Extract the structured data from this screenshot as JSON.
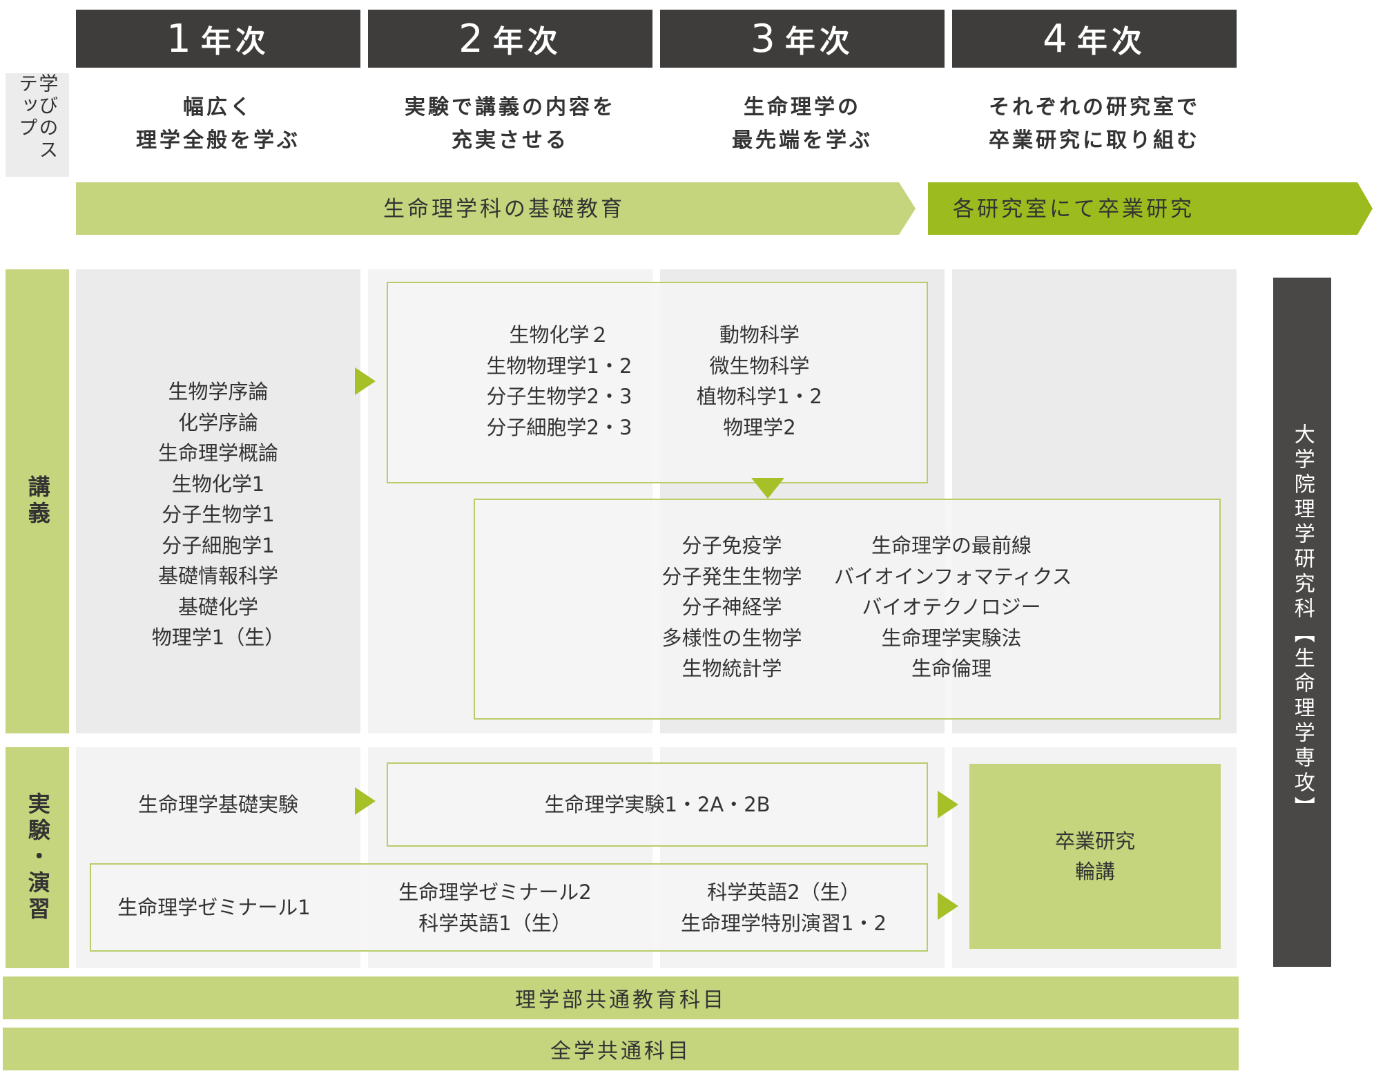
{
  "years": [
    {
      "num": "1",
      "suffix": "年次"
    },
    {
      "num": "2",
      "suffix": "年次"
    },
    {
      "num": "3",
      "suffix": "年次"
    },
    {
      "num": "4",
      "suffix": "年次"
    }
  ],
  "steps_label": "学びのステップ",
  "steps": [
    {
      "line1": "幅広く",
      "line2": "理学全般を学ぶ"
    },
    {
      "line1": "実験で講義の内容を",
      "line2": "充実させる"
    },
    {
      "line1": "生命理学の",
      "line2": "最先端を学ぶ"
    },
    {
      "line1": "それぞれの研究室で",
      "line2": "卒業研究に取り組む"
    }
  ],
  "arrows": {
    "foundation": "生命理学科の基礎教育",
    "thesis": "各研究室にて卒業研究"
  },
  "sections": {
    "lecture": "講義",
    "practice": "実験・演習"
  },
  "lecture": {
    "year1": [
      "生物学序論",
      "化学序論",
      "生命理学概論",
      "生物化学1",
      "分子生物学1",
      "分子細胞学1",
      "基礎情報科学",
      "基礎化学",
      "物理学1（生）"
    ],
    "year23_left": [
      "生物化学２",
      "生物物理学1・2",
      "分子生物学2・3",
      "分子細胞学2・3"
    ],
    "year23_right": [
      "動物科学",
      "微生物科学",
      "植物科学1・2",
      "物理学2"
    ],
    "year34_left": [
      "分子免疫学",
      "分子発生生物学",
      "分子神経学",
      "多様性の生物学",
      "生物統計学"
    ],
    "year34_right": [
      "生命理学の最前線",
      "バイオインフォマティクス",
      "バイオテクノロジー",
      "生命理学実験法",
      "生命倫理"
    ]
  },
  "practice": {
    "basic_exp": "生命理学基礎実験",
    "exp": "生命理学実験1・2A・2B",
    "seminar1": "生命理学ゼミナール1",
    "seminar2": [
      "生命理学ゼミナール2",
      "科学英語1（生）"
    ],
    "seminar3": [
      "科学英語2（生）",
      "生命理学特別演習1・2"
    ],
    "thesis": [
      "卒業研究",
      "輪講"
    ]
  },
  "bottom": {
    "science_common": "理学部共通教育科目",
    "university_common": "全学共通科目"
  },
  "graduate": "大学院理学研究科【生命理学専攻】"
}
